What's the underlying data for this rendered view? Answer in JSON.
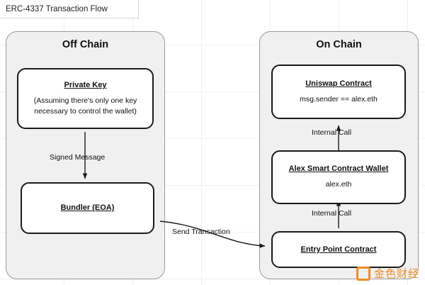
{
  "title": "ERC-4337 Transaction Flow",
  "lanes": [
    {
      "label": "Off Chain"
    },
    {
      "label": "On Chain"
    }
  ],
  "nodes": {
    "private_key": {
      "title": "Private Key",
      "sub": "(Assuming there's only one key\nnecessary to control the wallet)"
    },
    "bundler": {
      "title": "Bundler (EOA)",
      "sub": ""
    },
    "uniswap": {
      "title": "Uniswap Contract",
      "sub": "msg.sender == alex.eth"
    },
    "smart_wallet": {
      "title": "Alex Smart Contract Wallet",
      "sub": "alex.eth"
    },
    "entry_point": {
      "title": "Entry Point Contract",
      "sub": ""
    }
  },
  "edges": {
    "signed_message": "Signed Message",
    "send_transaction": "Send Transaction",
    "internal_call_lower": "Internal Call",
    "internal_call_upper": "Internal Call"
  },
  "watermark": {
    "text": "金色财经"
  },
  "colors": {
    "lane_fill": "#f0f0f0",
    "node_border": "#1a1a1a",
    "grid": "#f0f0f0",
    "watermark": "#f08c24"
  }
}
